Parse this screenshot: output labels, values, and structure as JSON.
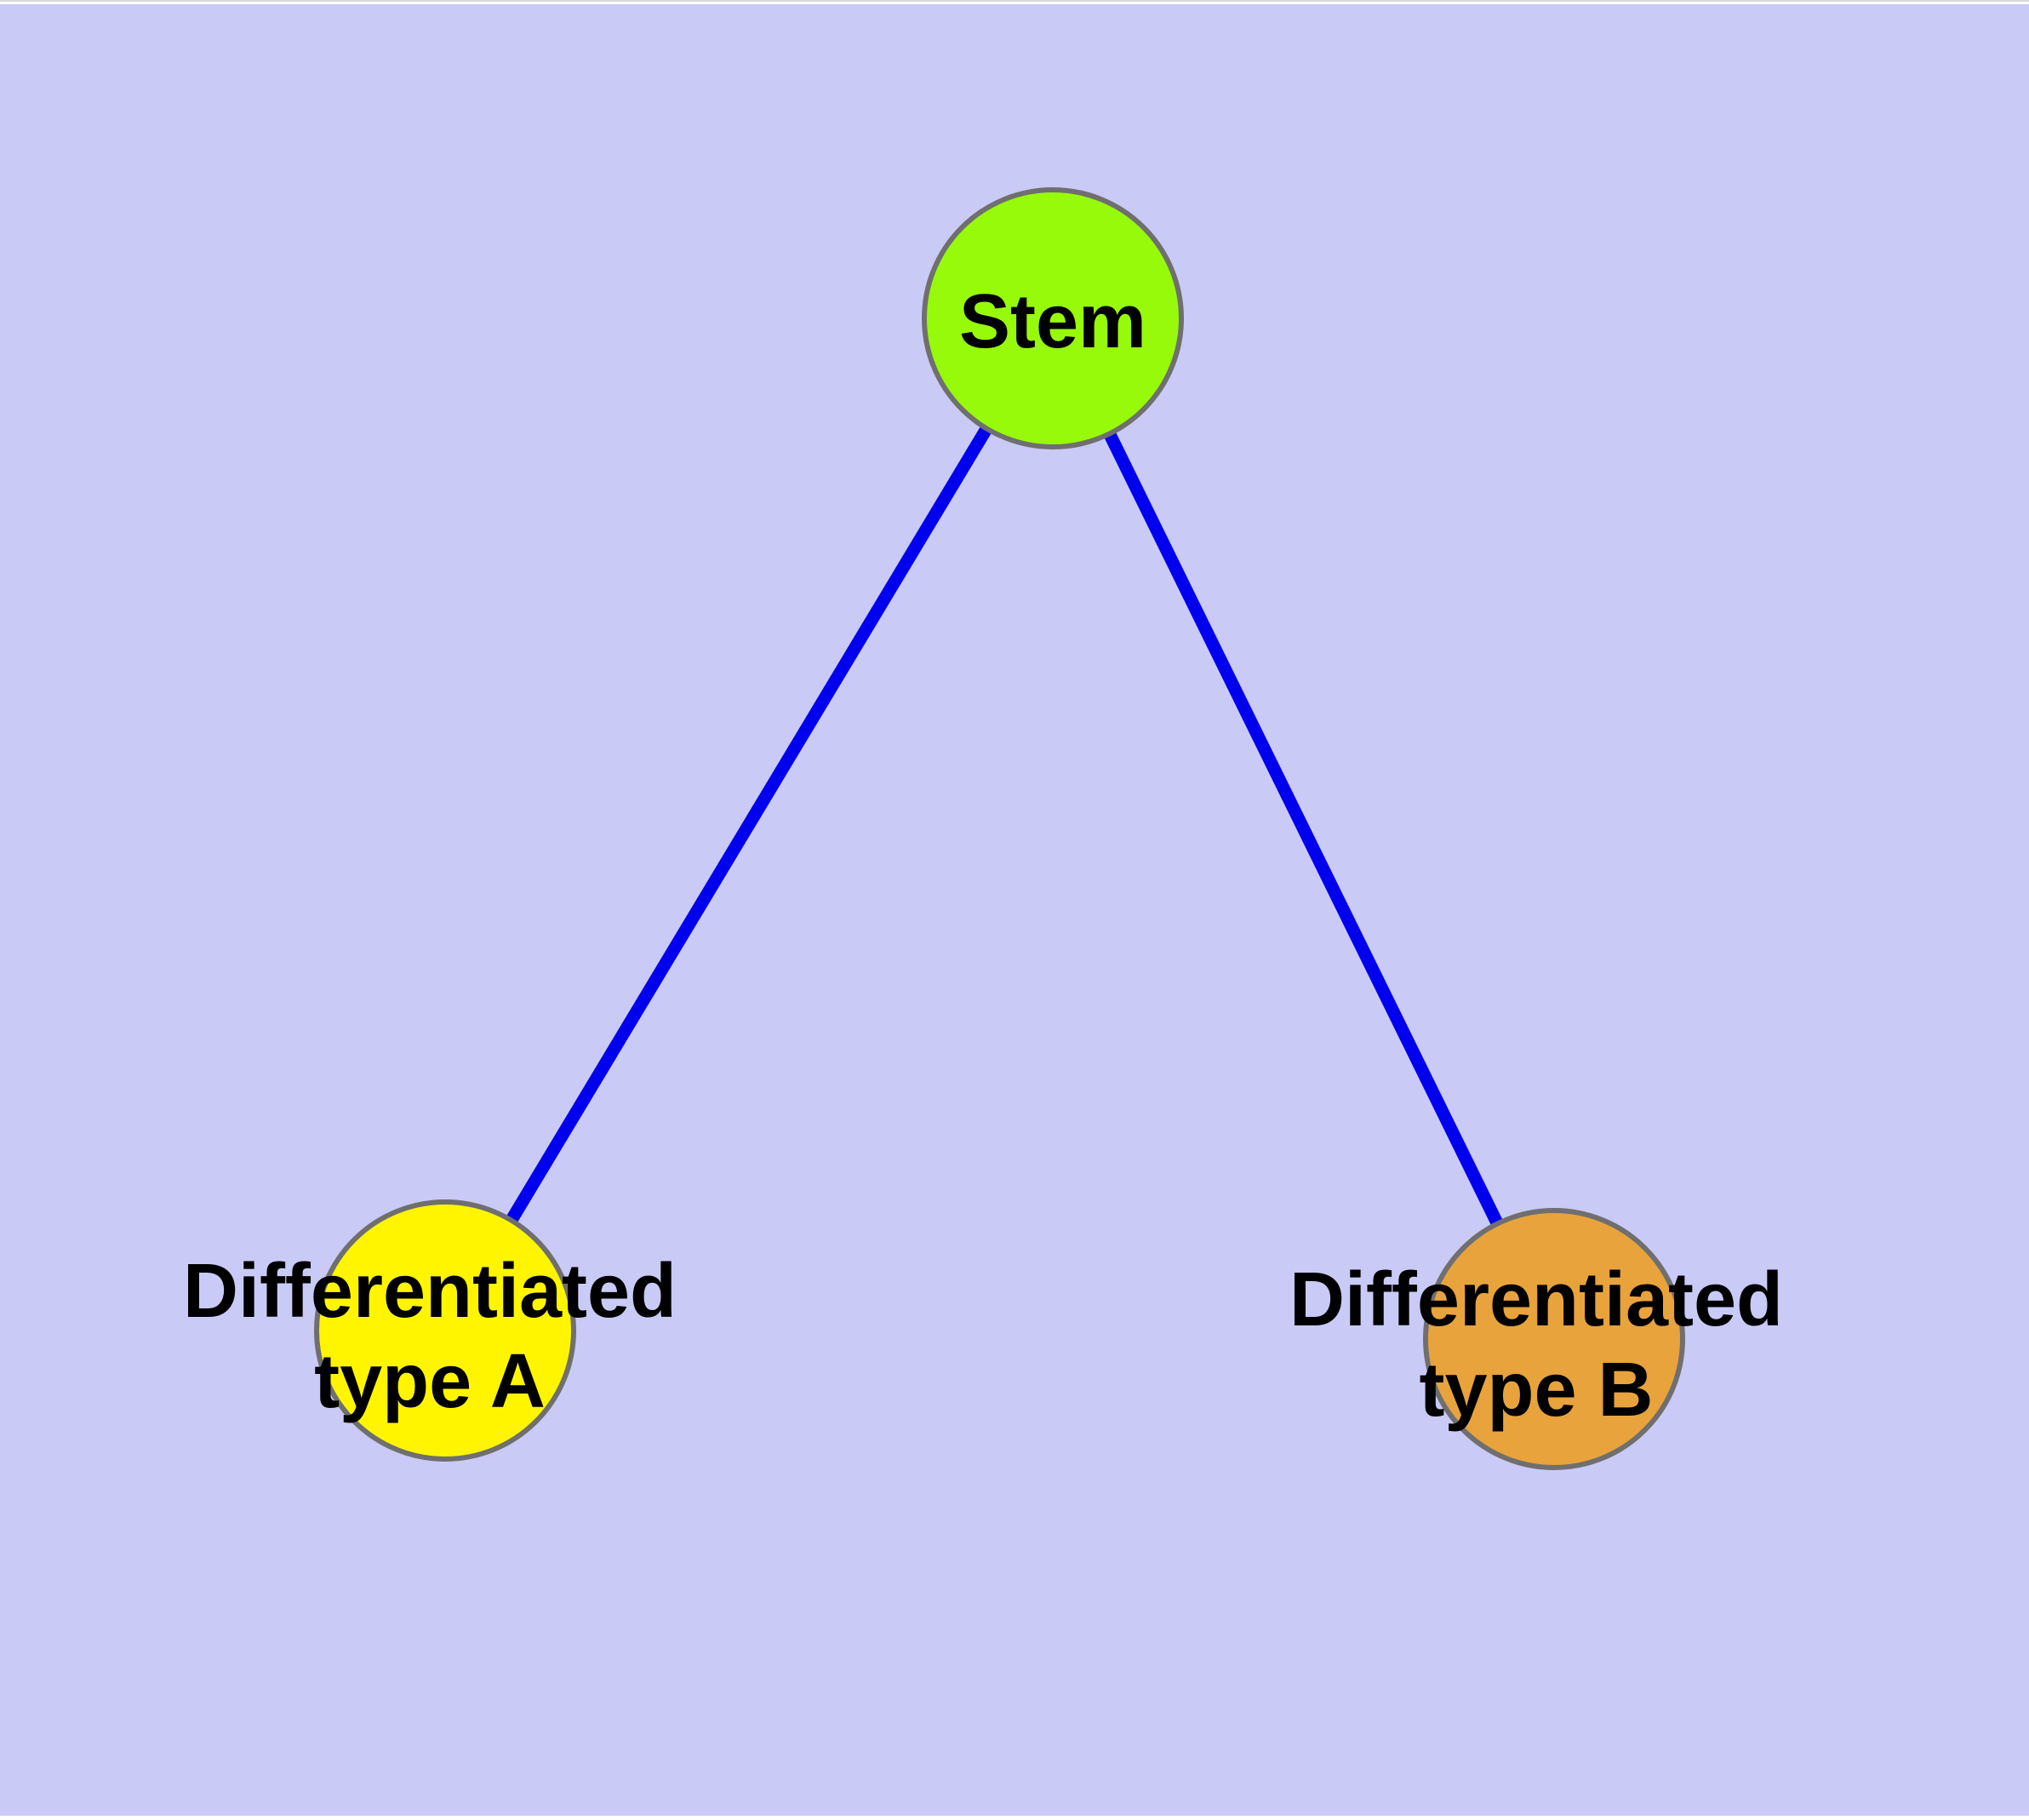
{
  "style": {
    "page_background": "#ffffff",
    "canvas_background": "#cacaf7",
    "top_hairline_color": "#d9d9d9",
    "edge_color": "#0000ee",
    "node_border_color": "#6f6f6f",
    "label_color": "#000000"
  },
  "graph": {
    "type": "node-link-diagram",
    "nodes": [
      {
        "id": "stem",
        "label": "Stem",
        "lines": [
          "Stem"
        ],
        "fill": "#97fa0a"
      },
      {
        "id": "differentiated-type-a",
        "label": "Differentiated type A",
        "lines": [
          "Differentiated",
          "type A"
        ],
        "fill": "#fff500"
      },
      {
        "id": "differentiated-type-b",
        "label": "Differentiated type B",
        "lines": [
          "Differentiated",
          "type B"
        ],
        "fill": "#e8a33d"
      }
    ],
    "edges": [
      {
        "from": "Stem",
        "to": "Differentiated type A"
      },
      {
        "from": "Stem",
        "to": "Differentiated type B"
      }
    ]
  }
}
